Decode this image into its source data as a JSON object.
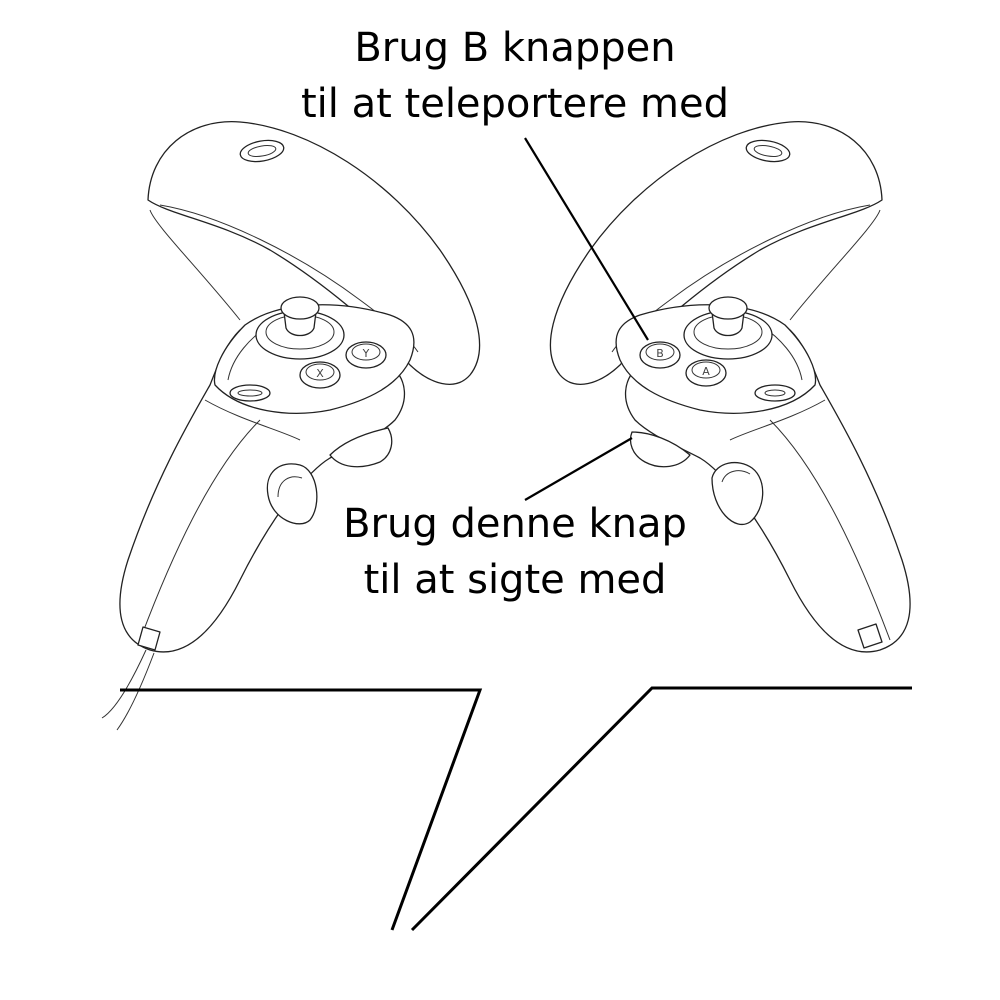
{
  "annotations": {
    "teleport": {
      "line1": "Brug B knappen",
      "line2": "til at teleportere med"
    },
    "aim": {
      "line1": "Brug denne knap",
      "line2": "til at sigte med"
    }
  },
  "controllers": {
    "left": {
      "buttons": [
        "X",
        "Y"
      ]
    },
    "right": {
      "buttons": [
        "B",
        "A"
      ]
    }
  }
}
